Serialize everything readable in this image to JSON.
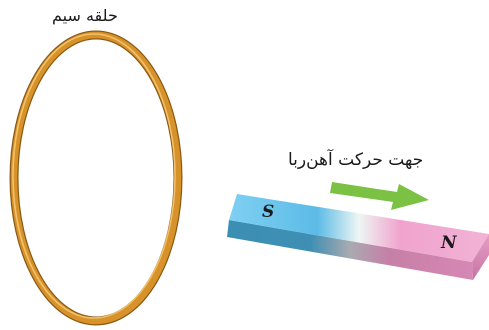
{
  "labels": {
    "wire_loop": "حلقه سیم",
    "magnet_direction": "جهت حرکت آهن‌ربا"
  },
  "magnet": {
    "south_pole": "S",
    "north_pole": "N",
    "south_color": "#5cbbe6",
    "north_color": "#ee9ac4"
  },
  "colors": {
    "wire_loop": "#d7922a",
    "arrow": "#7bc143"
  }
}
